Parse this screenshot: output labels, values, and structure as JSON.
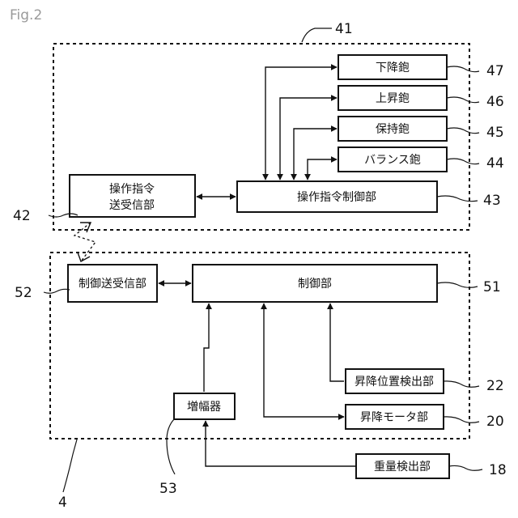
{
  "figure_label": "Fig.2",
  "blocks": {
    "lower_claw": "下降鉋",
    "upper_claw": "上昇鉋",
    "hold_claw": "保持鉋",
    "balance_claw": "バランス鉋",
    "op_cmd_controller": "操作指令制御部",
    "op_cmd_tx_line1": "操作指令",
    "op_cmd_tx_line2": "送受信部",
    "ctrl_tx": "制御送受信部",
    "controller": "制御部",
    "lift_pos_detector": "昇降位置検出部",
    "lift_motor": "昇降モータ部",
    "amplifier": "増幅器",
    "weight_detector": "重量検出部"
  },
  "reference_numbers": {
    "upper_unit": "41",
    "lower_claw": "47",
    "upper_claw": "46",
    "hold_claw": "45",
    "balance_claw": "44",
    "op_cmd_controller": "43",
    "op_cmd_tx": "42",
    "ctrl_tx": "52",
    "controller": "51",
    "lift_pos_detector": "22",
    "lift_motor": "20",
    "amplifier": "53",
    "weight_detector": "18",
    "lower_unit": "4"
  },
  "colors": {
    "line": "#111111",
    "figure_label": "#9a9a9a"
  }
}
